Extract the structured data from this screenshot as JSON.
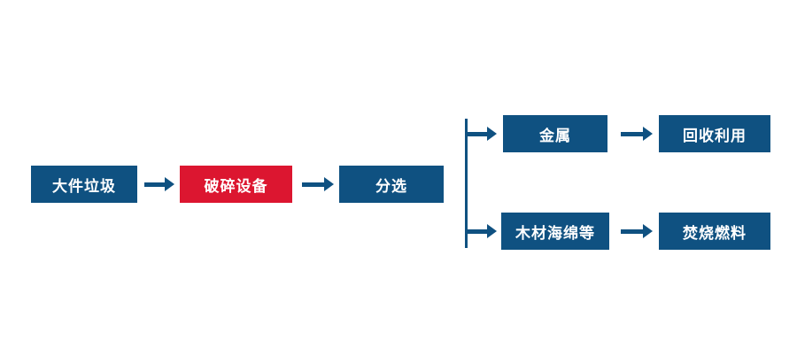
{
  "diagram": {
    "type": "flowchart",
    "colors": {
      "primary_blue": "#0f5181",
      "accent_red": "#dc1630",
      "node_text": "#ffffff",
      "background": "#ffffff"
    },
    "nodes": {
      "bulky_waste": "大件垃圾",
      "crushing_equipment": "破碎设备",
      "sorting": "分选",
      "metal": "金属",
      "recycling": "回收利用",
      "wood_sponge": "木材海绵等",
      "incineration_fuel": "焚烧燃料"
    },
    "edges": [
      {
        "from": "大件垃圾",
        "to": "破碎设备"
      },
      {
        "from": "破碎设备",
        "to": "分选"
      },
      {
        "from": "分选",
        "to": "金属"
      },
      {
        "from": "金属",
        "to": "回收利用"
      },
      {
        "from": "分选",
        "to": "木材海绵等"
      },
      {
        "from": "木材海绵等",
        "to": "焚烧燃料"
      }
    ]
  }
}
